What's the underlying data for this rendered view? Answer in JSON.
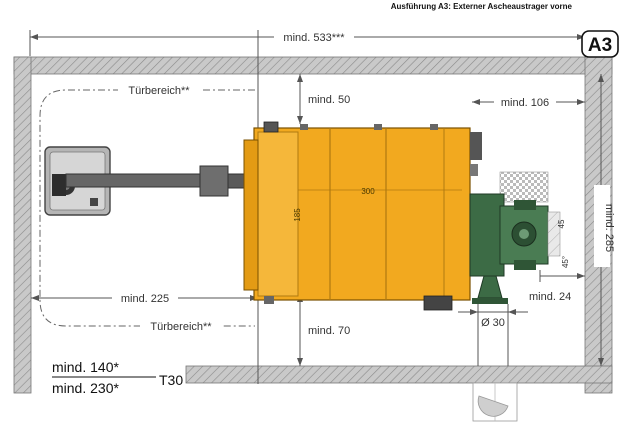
{
  "header": {
    "title": "Ausführung A3: Externer Ascheaustrager vorne"
  },
  "badge": {
    "label": "A3"
  },
  "dimensions": {
    "width_total": "mind. 533***",
    "top_gap": "mind. 50",
    "right_gap": "mind. 106",
    "height_right": "mind. 285",
    "front_gap": "mind. 225",
    "bottom_gap": "mind. 70",
    "side_gap": "mind. 24",
    "pipe_dia": "Ø 30"
  },
  "door_areas": {
    "top": "Türbereich**",
    "bottom": "Türbereich**"
  },
  "boiler": {
    "width_label": "300",
    "depth_label": "185",
    "flue_label": "45",
    "angle_label": "45°"
  },
  "door_spec": {
    "fraction_top": "mind. 140*",
    "fraction_bottom": "mind. 230*",
    "fire_rating": "T30"
  },
  "colors": {
    "boiler": "#f2a91f",
    "boiler_dark": "#c97f0a",
    "green": "#3c6b45",
    "wall": "#bdbdbd",
    "hatch": "#8a8a8a"
  }
}
